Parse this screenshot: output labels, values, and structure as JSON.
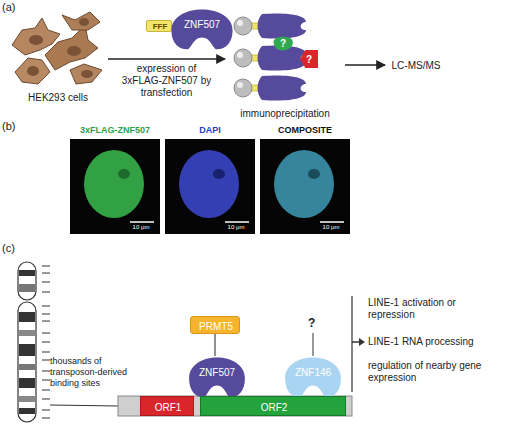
{
  "diagram": {
    "nodes": [
      {
        "text": [
          "HEK293 cells"
        ]
      },
      {
        "text": [
          "FFF"
        ]
      },
      {
        "text": [
          "ZNF507"
        ]
      },
      {
        "text": [
          "immunoprecipitation"
        ]
      },
      {
        "text": [
          "?"
        ],
        "in": 3
      },
      {
        "text": [
          "?"
        ],
        "in": 3
      },
      {
        "text": [
          "LC-MS/MS"
        ]
      },
      {
        "text": [
          "3xFLAG-ZNF507",
          "10 μm"
        ]
      },
      {
        "text": [
          "DAPI",
          "10 μm"
        ]
      },
      {
        "text": [
          "COMPOSITE",
          "10 μm"
        ]
      },
      {
        "text": [
          "PRMT5"
        ]
      },
      {
        "text": [
          "ZNF507"
        ]
      },
      {
        "text": [
          "ZNF146"
        ]
      },
      {
        "text": [
          "ORF1"
        ]
      },
      {
        "text": [
          "ORF2"
        ]
      }
    ],
    "edges": [
      {
        "from": 0,
        "to": 3,
        "label": "expression of 3xFLAG-ZNF507 by transfection",
        "arrow": "to"
      },
      {
        "from": 3,
        "to": 6,
        "arrow": "to"
      },
      {
        "from": 10,
        "to": 11,
        "arrow": "none"
      }
    ],
    "labels": [
      "(a)",
      "(b)",
      "(c)",
      "thousands of transposon-derived binding sites",
      "?",
      "LINE-1 activation or repression",
      "LINE-1 RNA processing",
      "regulation of nearby gene expression"
    ]
  }
}
